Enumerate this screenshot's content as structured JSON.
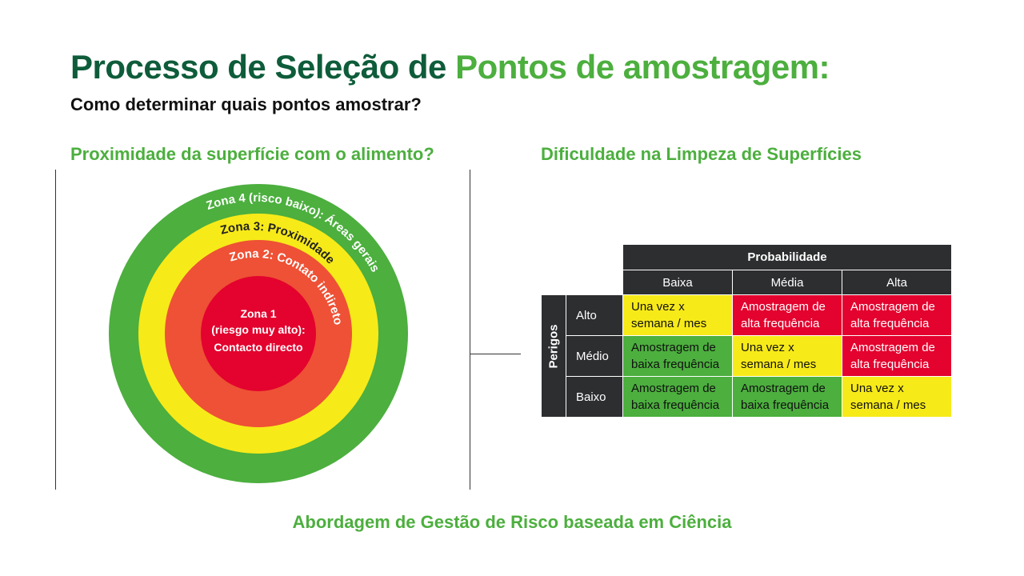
{
  "title": {
    "part1": "Processo de Seleção de",
    "part2": "Pontos de amostragem:"
  },
  "subtitle": "Como determinar quais pontos amostrar?",
  "left_heading": "Proximidade da superfície com o alimento?",
  "right_heading": "Dificuldade na Limpeza de Superfícies",
  "footer": "Abordagem de Gestão de Risco baseada em Ciência",
  "colors": {
    "green": "#4caf3e",
    "yellow": "#f7ea19",
    "orange": "#ee5135",
    "red": "#e3032e",
    "dark": "#2d2e30",
    "title_dark": "#0e5c3a"
  },
  "zones": {
    "zone4": "Zona 4 (risco baixo): Áreas gerais",
    "zone3": "Zona 3: Proximidade",
    "zone2": "Zona 2: Contato indireto",
    "zone1_line1": "Zona 1",
    "zone1_line2": "(riesgo muy alto):",
    "zone1_line3": "Contacto directo"
  },
  "matrix": {
    "probability_header": "Probabilidade",
    "hazards_header": "Perigos",
    "columns": [
      "Baixa",
      "Média",
      "Alta"
    ],
    "rows": [
      {
        "label": "Alto",
        "cells": [
          {
            "line1": "Una vez x",
            "line2": "semana / mes",
            "level": "yellow"
          },
          {
            "line1": "Amostragem de",
            "line2": "alta frequência",
            "level": "red"
          },
          {
            "line1": "Amostragem de",
            "line2": "alta frequência",
            "level": "red"
          }
        ]
      },
      {
        "label": "Médio",
        "cells": [
          {
            "line1": "Amostragem de",
            "line2": "baixa frequência",
            "level": "green"
          },
          {
            "line1": "Una vez x",
            "line2": "semana / mes",
            "level": "yellow"
          },
          {
            "line1": "Amostragem de",
            "line2": "alta frequência",
            "level": "red"
          }
        ]
      },
      {
        "label": "Baixo",
        "cells": [
          {
            "line1": "Amostragem de",
            "line2": "baixa frequência",
            "level": "green"
          },
          {
            "line1": "Amostragem de",
            "line2": "baixa frequência",
            "level": "green"
          },
          {
            "line1": "Una vez x",
            "line2": "semana / mes",
            "level": "yellow"
          }
        ]
      }
    ]
  }
}
